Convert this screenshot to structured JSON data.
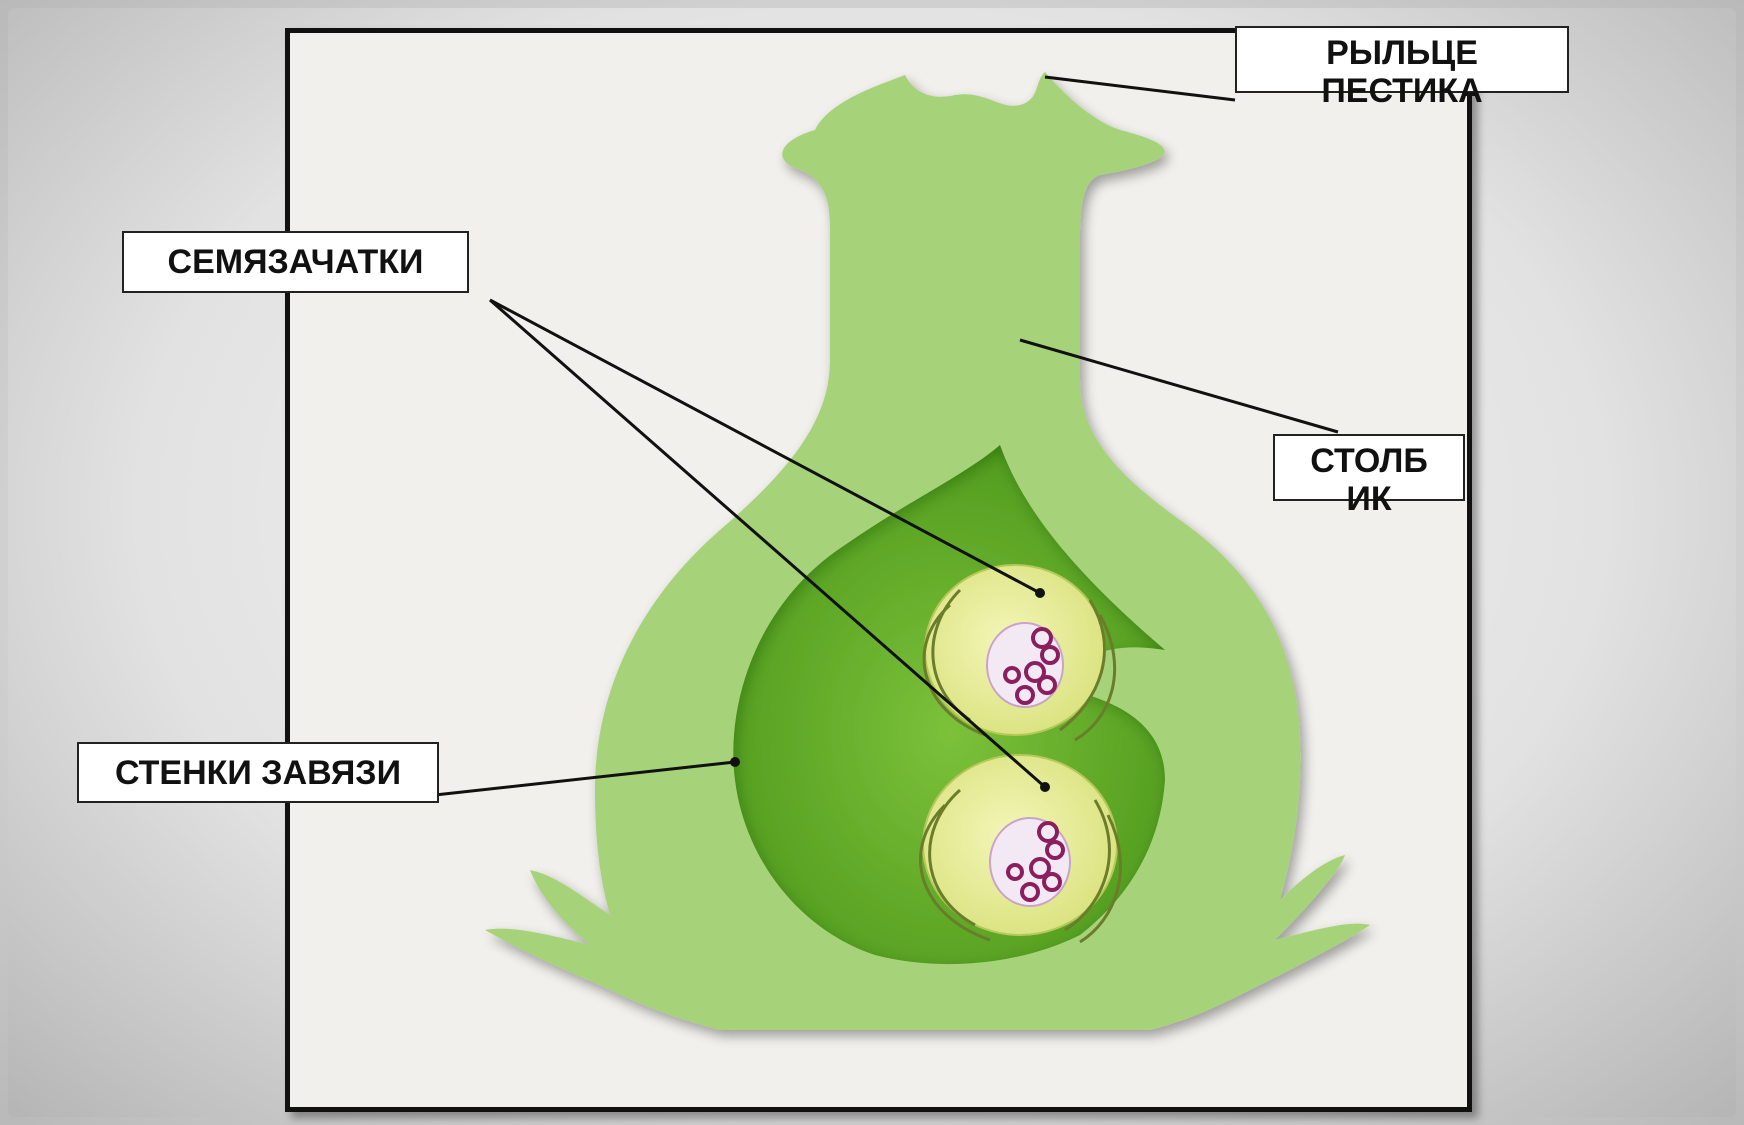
{
  "labels": {
    "stigma": "РЫЛЬЦЕ\nПЕСТИКА",
    "ovules": "СЕМЯЗАЧАТКИ",
    "style": "СТОЛБ\nИК",
    "ovary_wall": "СТЕНКИ  ЗАВЯЗИ"
  },
  "colors": {
    "pistil": "#a6d27a",
    "ovary_cavity": "#6cb22e",
    "ovule": "#e8ef9a",
    "embryo_sac": "#f3e9f5",
    "embryo_cells": "#8b1f5e"
  }
}
